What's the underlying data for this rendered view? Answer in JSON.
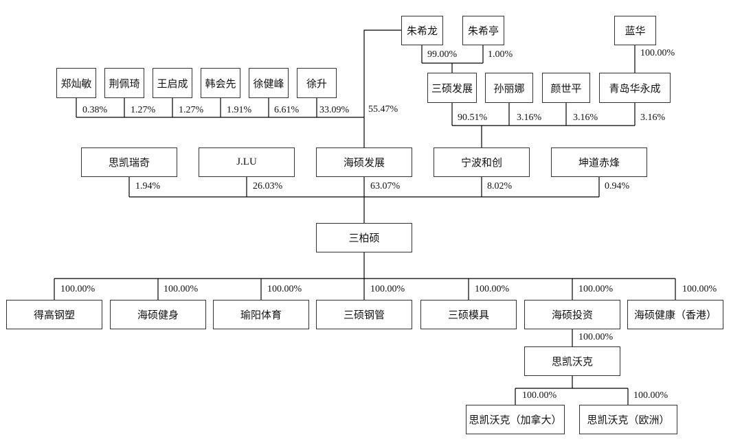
{
  "nodes": {
    "zhuxilong": "朱希龙",
    "zhuxiting": "朱希亭",
    "lanhua": "蓝华",
    "zhengcanmin": "郑灿敏",
    "jingpeiqi": "荆佩琦",
    "wangqicheng": "王启成",
    "hanhuixian": "韩会先",
    "xujianfeng": "徐健峰",
    "xusheng": "徐升",
    "sanshuo_fazhan": "三硕发展",
    "sunlina": "孙丽娜",
    "yanshiping": "颜世平",
    "qingdao_huayongcheng": "青岛华永成",
    "sikairuiqi": "思凯瑞奇",
    "jlu": "J.LU",
    "haishuo_fazhan": "海硕发展",
    "ningbo_hechuang": "宁波和创",
    "kundao_chifeng": "坤道赤烽",
    "sanbaishuo": "三柏硕",
    "degao_gangsu": "得高钢塑",
    "haishuo_jianshen": "海硕健身",
    "yuyang_tiyu": "瑜阳体育",
    "sanshuo_gangguan": "三硕钢管",
    "sanshuo_muju": "三硕模具",
    "haishuo_touzi": "海硕投资",
    "haishuo_jiankang_hk": "海硕健康（香港）",
    "sikaiwoke": "思凯沃克",
    "sikaiwoke_ca": "思凯沃克（加拿大）",
    "sikaiwoke_eu": "思凯沃克（欧洲）"
  },
  "stakes": {
    "zhuxilong_haishuo_fazhan": "55.47%",
    "zhuxilong_sanshuo_fazhan": "99.00%",
    "zhuxiting_sanshuo_fazhan": "1.00%",
    "lanhua_qingdao_huayongcheng": "100.00%",
    "zhengcanmin_haishuo_fazhan": "0.38%",
    "jingpeiqi_haishuo_fazhan": "1.27%",
    "wangqicheng_haishuo_fazhan": "1.27%",
    "hanhuixian_haishuo_fazhan": "1.91%",
    "xujianfeng_haishuo_fazhan": "6.61%",
    "xusheng_haishuo_fazhan": "33.09%",
    "sanshuo_fazhan_ningbo_hechuang": "90.51%",
    "sunlina_ningbo_hechuang": "3.16%",
    "yanshiping_ningbo_hechuang": "3.16%",
    "qingdao_huayongcheng_ningbo_hechuang": "3.16%",
    "sikairuiqi_sanbaishuo": "1.94%",
    "jlu_sanbaishuo": "26.03%",
    "haishuo_fazhan_sanbaishuo": "63.07%",
    "ningbo_hechuang_sanbaishuo": "8.02%",
    "kundao_chifeng_sanbaishuo": "0.94%",
    "sanbaishuo_degao_gangsu": "100.00%",
    "sanbaishuo_haishuo_jianshen": "100.00%",
    "sanbaishuo_yuyang_tiyu": "100.00%",
    "sanbaishuo_sanshuo_gangguan": "100.00%",
    "sanbaishuo_sanshuo_muju": "100.00%",
    "sanbaishuo_haishuo_touzi": "100.00%",
    "sanbaishuo_haishuo_jiankang_hk": "100.00%",
    "haishuo_touzi_sikaiwoke": "100.00%",
    "sikaiwoke_sikaiwoke_ca": "100.00%",
    "sikaiwoke_sikaiwoke_eu": "100.00%"
  }
}
